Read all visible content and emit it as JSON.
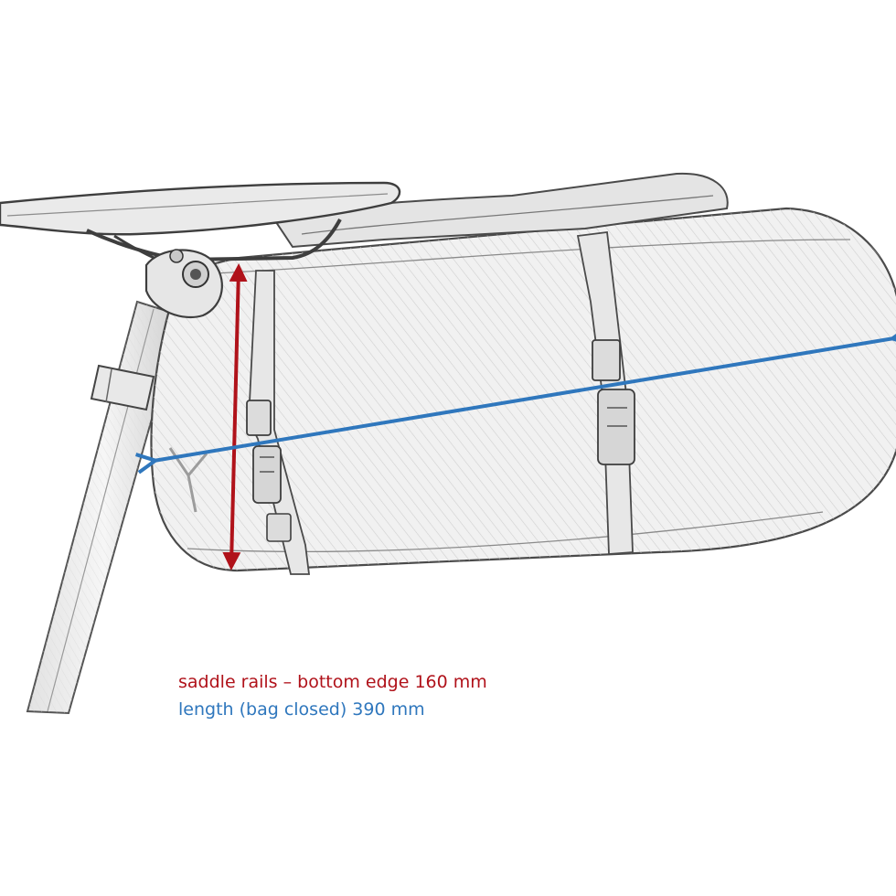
{
  "colors": {
    "height_measure": "#b0121a",
    "length_measure": "#2f77bd",
    "pencil": "#4a4a4a",
    "bag_fill": "#f1f1f1"
  },
  "measurements": {
    "height": {
      "label": "saddle rails – bottom edge 160 mm",
      "value_mm": 160
    },
    "length": {
      "label": "length (bag closed) 390 mm",
      "value_mm": 390
    }
  }
}
